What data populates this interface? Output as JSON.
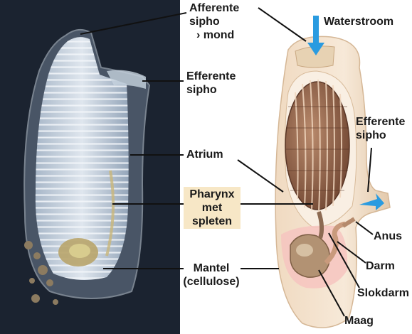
{
  "left_labels": {
    "afferent_line1": "Afferente",
    "afferent_line2": "sipho",
    "afferent_line3": "› mond",
    "efferent_line1": "Efferente",
    "efferent_line2": "sipho",
    "atrium": "Atrium",
    "pharynx_line1": "Pharynx",
    "pharynx_line2": "met",
    "pharynx_line3": "spleten",
    "mantel_line1": "Mantel",
    "mantel_line2": "(cellulose)"
  },
  "right_labels": {
    "waterstroom": "Waterstroom",
    "efferent_line1": "Efferente",
    "efferent_line2": "sipho",
    "anus": "Anus",
    "darm": "Darm",
    "slokdarm": "Slokdarm",
    "maag": "Maag"
  },
  "colors": {
    "photo_bg": "#1b2330",
    "arrow": "#2a9be0",
    "pharynx_fill": "#9b6b4f",
    "tunic_fill": "#f4e3cf",
    "label_highlight": "#f7e7c6"
  }
}
